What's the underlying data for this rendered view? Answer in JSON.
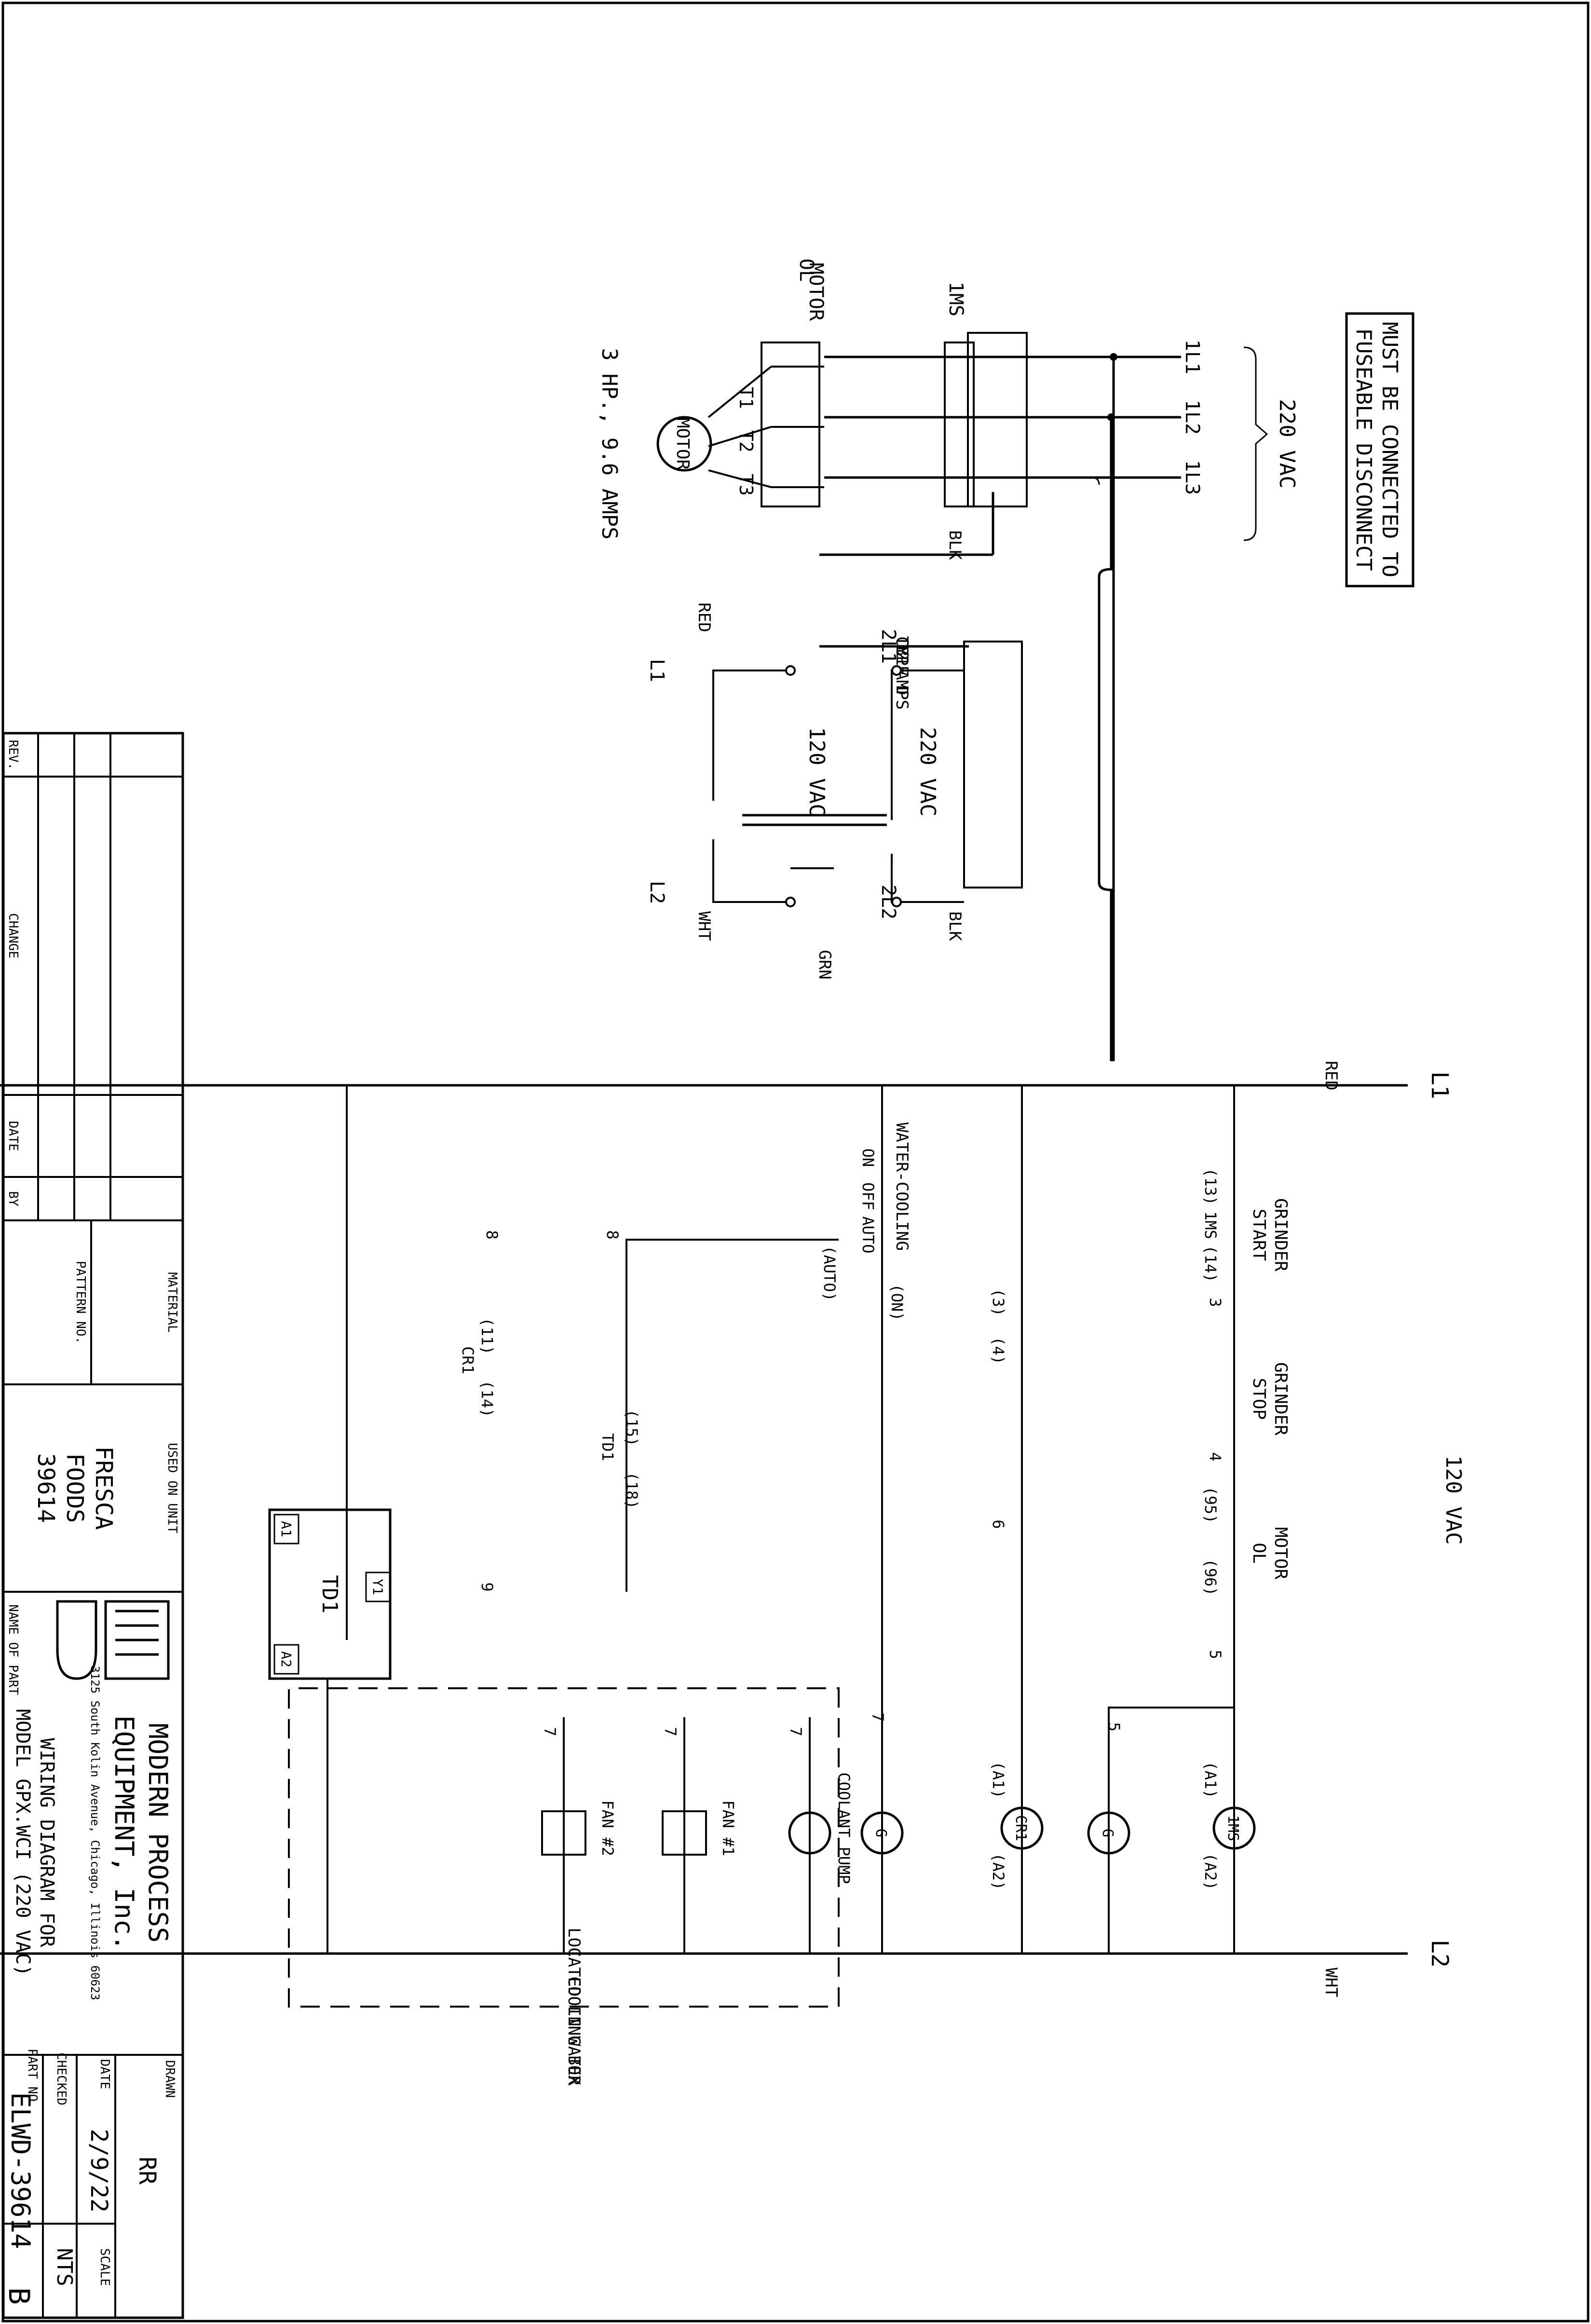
{
  "notes": {
    "disconnect_1": "MUST BE CONNECTED TO",
    "disconnect_2": "FUSEABLE DISCONNECT",
    "supply_220": "220 VAC",
    "supply_120": "120 VAC"
  },
  "power": {
    "lines": [
      "1L1",
      "1L2",
      "1L3"
    ],
    "motor_starter": "1MS",
    "motor_ol_1": "MOTOR",
    "motor_ol_2": "OL",
    "terminals": [
      "T1",
      "T2",
      "T3"
    ],
    "motor": "MOTOR",
    "motor_rating": "3 HP., 9.6 AMPS",
    "blk_1": "BLK",
    "blk_2": "BLK"
  },
  "transformer": {
    "primary_1": "2L1",
    "primary_2": "2L2",
    "primary_voltage": "220 VAC",
    "secondary_voltage": "120 VAC",
    "breaker_1": "CB1",
    "breaker_2": "TYPE D",
    "breaker_3": "2 AMPS",
    "red": "RED",
    "wht": "WHT",
    "grn": "GRN",
    "l1": "L1",
    "l2": "L2"
  },
  "control": {
    "rail_l1": "L1",
    "rail_l2": "L2",
    "red": "RED",
    "wht": "WHT",
    "grinder_start_1": "GRINDER",
    "grinder_start_2": "START",
    "grinder_stop_1": "GRINDER",
    "grinder_stop_2": "STOP",
    "motor_ol_1": "MOTOR",
    "motor_ol_2": "OL",
    "ms": "1MS",
    "cr1": "CR1",
    "td1": "TD1",
    "wc_1": "WATER-COOLING",
    "wc_on": "ON",
    "wc_off": "OFF",
    "wc_auto": "AUTO",
    "wc_auto_p": "(AUTO)",
    "wc_on_p": "(ON)",
    "c13": "(13)",
    "c14": "(14)",
    "c3": "(3)",
    "c4": "(4)",
    "c11": "(11)",
    "c14b": "(14)",
    "c15": "(15)",
    "c18": "(18)",
    "c95": "(95)",
    "c96": "(96)",
    "a1": "(A1)",
    "a2": "(A2)",
    "a1b": "(A1)",
    "a2b": "(A2)",
    "w3": "3",
    "w4": "4",
    "w5": "5",
    "w5b": "5",
    "w6": "6",
    "w7": "7",
    "w7a": "7",
    "w7b": "7",
    "w7c": "7",
    "w8": "8",
    "w8b": "8",
    "w9": "9",
    "td_a1": "A1",
    "td_a2": "A2",
    "td_y1": "Y1",
    "lamp_g": "G",
    "lamp_g2": "G",
    "coil_1ms": "1MS",
    "coil_cr1": "CR1",
    "coolant": "COOLANT PUMP",
    "fan1": "FAN #1",
    "fan2": "FAN #2",
    "box_1": "LOCATED IN WATER",
    "box_2": "COOLING BOX"
  },
  "title_block": {
    "rev": "REV.",
    "change": "CHANGE",
    "date": "DATE",
    "by": "BY",
    "material": "MATERIAL",
    "pattern_no": "PATTERN NO.",
    "used_on_unit": "USED ON UNIT",
    "unit_1": "FRESCA",
    "unit_2": "FOODS",
    "unit_3": "39614",
    "company_1": "MODERN PROCESS",
    "company_2": "EQUIPMENT, Inc.",
    "address": "3125 South Kolin Avenue, Chicago, Illinois 60623",
    "name_of_part": "NAME OF PART",
    "part_name_1": "WIRING DIAGRAM FOR",
    "part_name_2": "MODEL GPX.WCI (220 VAC)",
    "drawn": "DRAWN",
    "drawn_by": "RR",
    "date_label": "DATE",
    "date_value": "2/9/22",
    "checked": "CHECKED",
    "scale": "SCALE",
    "scale_value": "NTS",
    "part_no": "PART NO.",
    "part_no_value": "ELWD-39614",
    "revision": "B"
  }
}
